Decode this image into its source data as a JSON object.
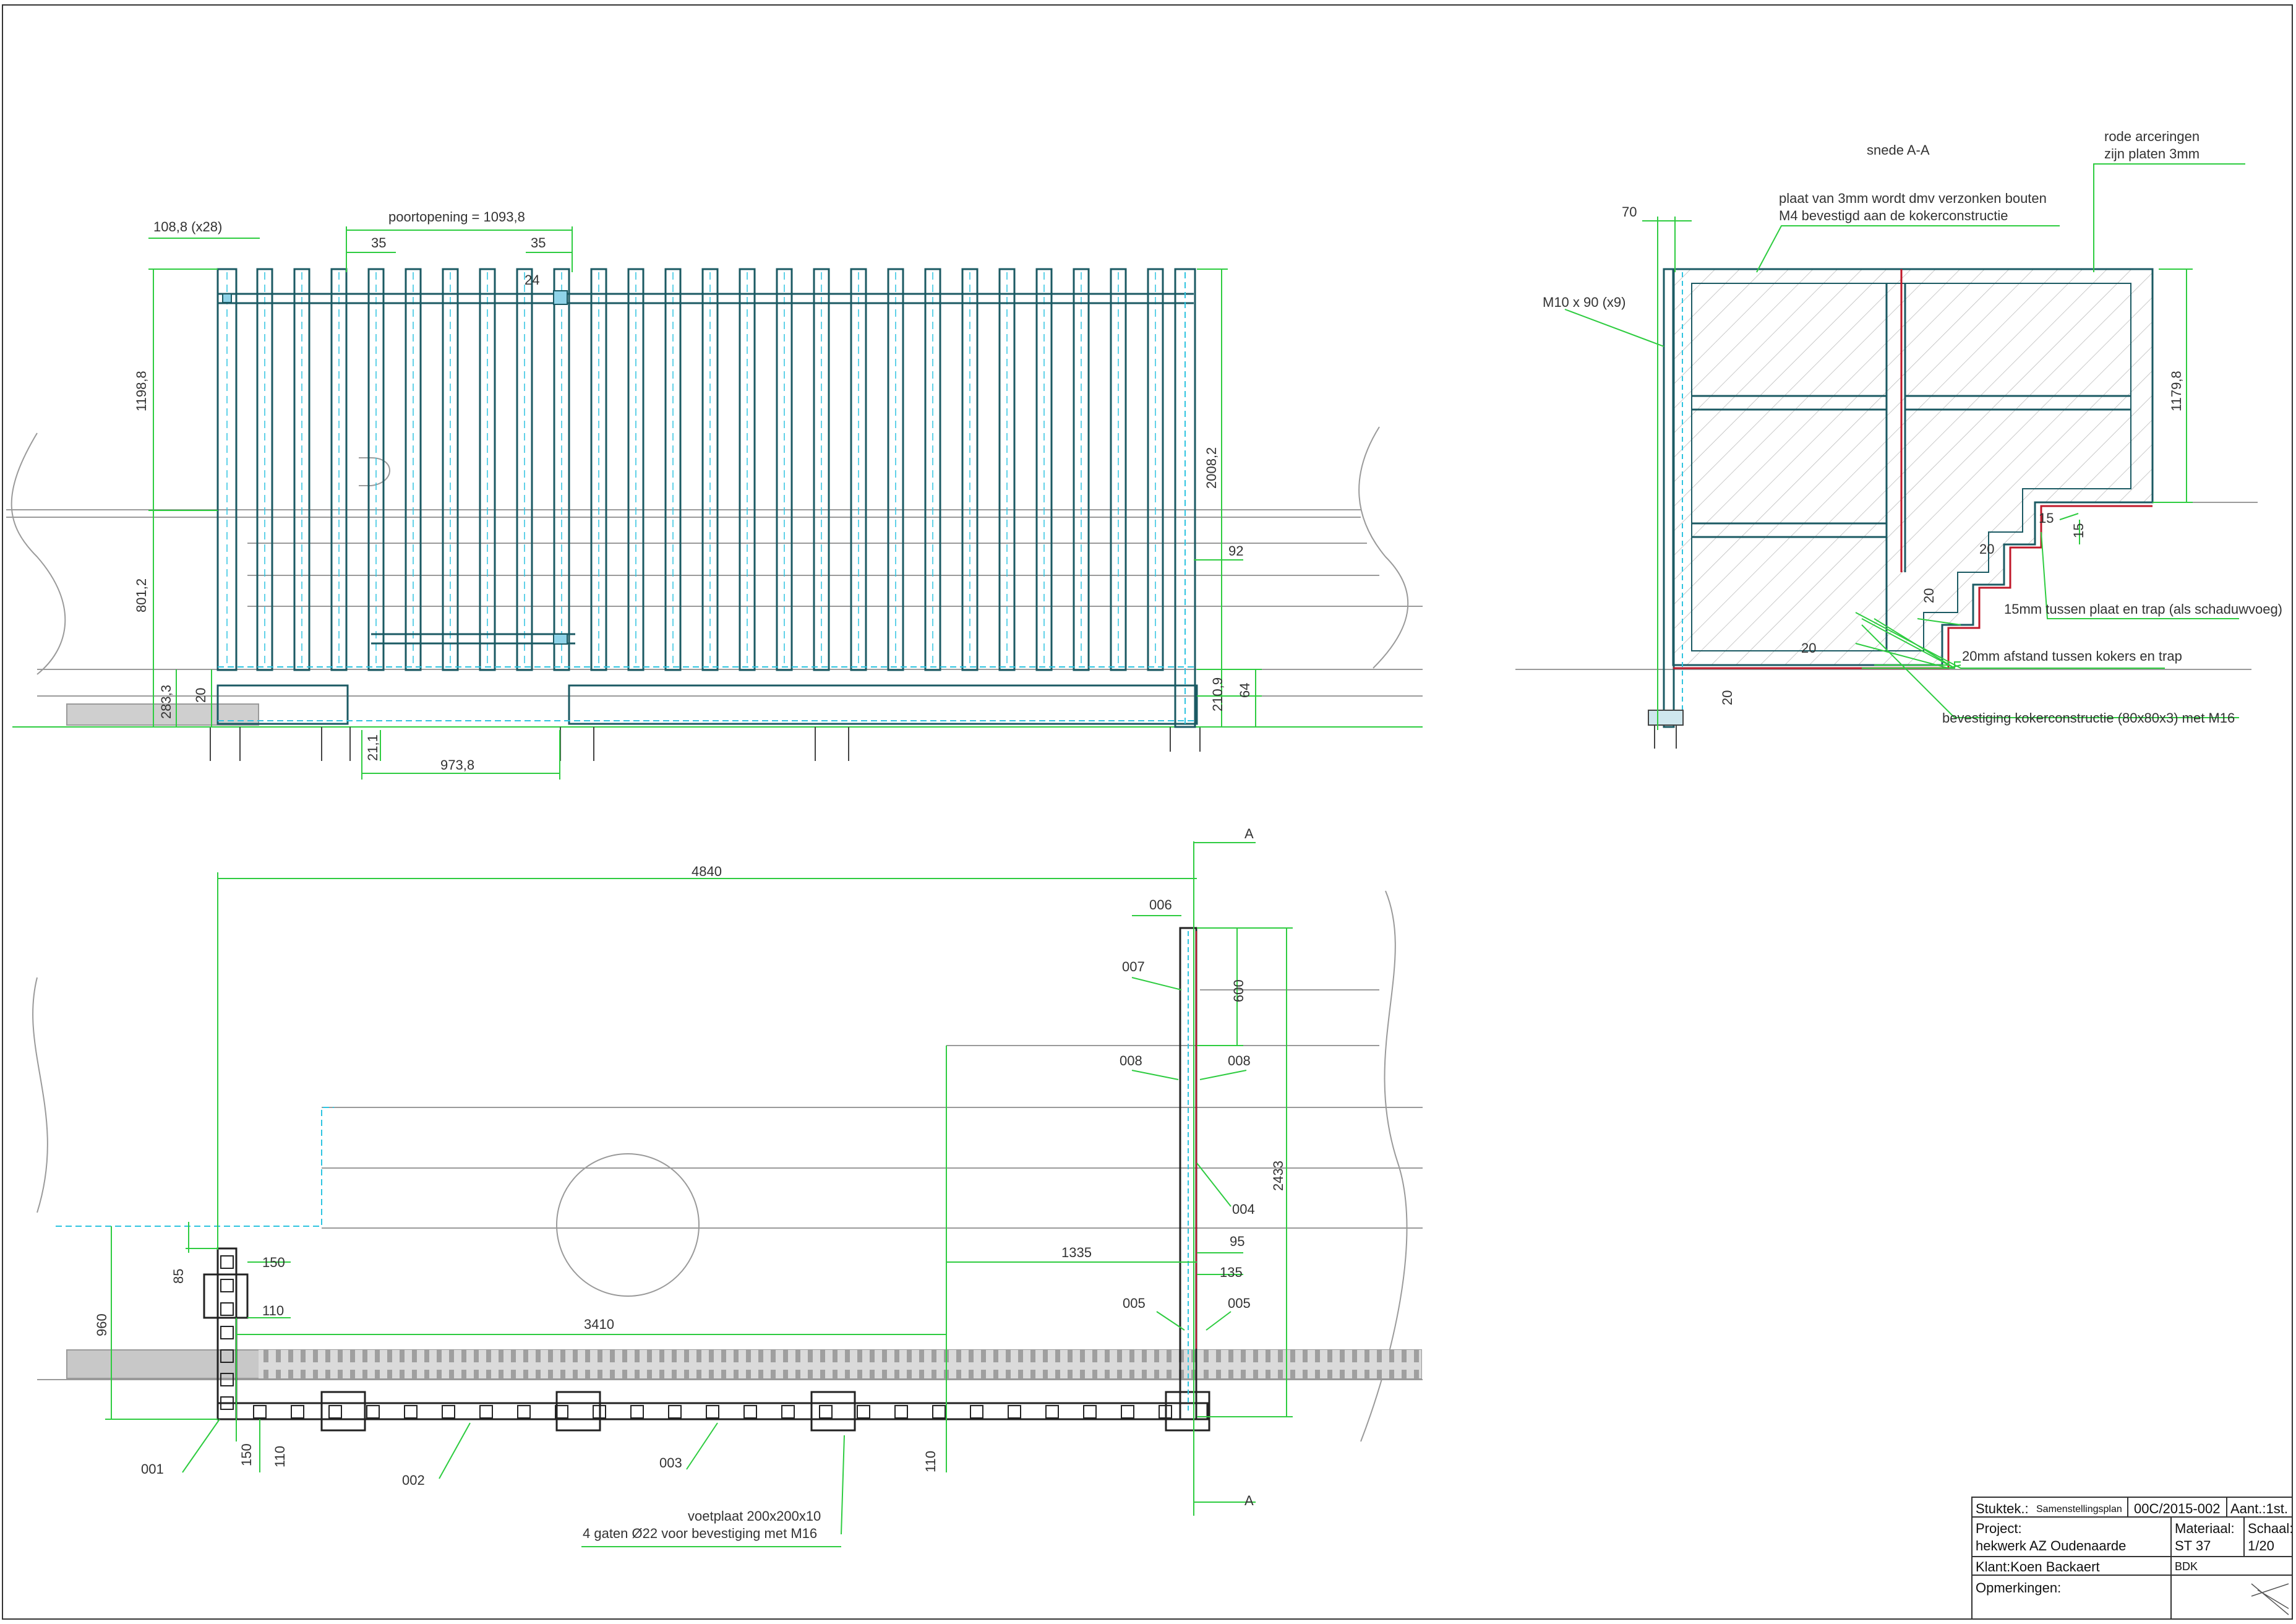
{
  "colors": {
    "structure": "#1b5a63",
    "hidden": "#2ec4e0",
    "dimension": "#2ecc40",
    "section_red": "#c0182a",
    "context": "#9a9a9a",
    "text": "#333333"
  },
  "elevation": {
    "poortopening": "poortopening = 1093,8",
    "dim_spacing": "108,8 (x28)",
    "dim_35_left": "35",
    "dim_35_right": "35",
    "dim_24": "24",
    "dim_1198": "1198,8",
    "dim_801": "801,2",
    "dim_283": "283,3",
    "dim_20": "20",
    "dim_21": "21,1",
    "dim_973": "973,8",
    "dim_2008": "2008,2",
    "dim_92": "92",
    "dim_210": "210,9",
    "dim_64": "64"
  },
  "section": {
    "title": "snede A-A",
    "note_red_1": "rode arceringen",
    "note_red_2": "zijn platen 3mm",
    "note_plate_1": "plaat van 3mm wordt dmv verzonken bouten",
    "note_plate_2": "M4 bevestigd aan de kokerconstructie",
    "dim_70": "70",
    "bolts": "M10 x 90 (x9)",
    "dim_1179": "1179,8",
    "dim_15a": "15",
    "dim_15b": "15",
    "dim_20a": "20",
    "dim_20b": "20",
    "dim_20c": "20",
    "dim_20d": "20",
    "note_15mm": "15mm tussen plaat en trap (als schaduwvoeg)",
    "note_20mm": "20mm afstand tussen kokers en trap",
    "note_fix": "bevestiging kokerconstructie (80x80x3) met M16"
  },
  "plan": {
    "dim_4840": "4840",
    "mark_a_top": "A",
    "mark_a_bottom": "A",
    "pos_006": "006",
    "pos_007": "007",
    "pos_008_left": "008",
    "pos_008_right": "008",
    "pos_004": "004",
    "pos_005_left": "005",
    "pos_005_right": "005",
    "pos_001": "001",
    "pos_002": "002",
    "pos_003": "003",
    "dim_600": "600",
    "dim_2433": "2433",
    "dim_1335": "1335",
    "dim_95": "95",
    "dim_135": "135",
    "dim_85": "85",
    "dim_150a": "150",
    "dim_110a": "110",
    "dim_3410": "3410",
    "dim_960": "960",
    "dim_150b": "150",
    "dim_110b": "110",
    "dim_110c": "110",
    "note_voet_1": "voetplaat 200x200x10",
    "note_voet_2": "4 gaten Ø22 voor bevestiging met M16"
  },
  "titleblock": {
    "stuktek_label": "Stuktek.:",
    "stuktek_value": "Samenstellingsplan",
    "number": "00C/2015-002",
    "aant": "Aant.:1st.",
    "project_label": "Project:",
    "project_value": "hekwerk AZ Oudenaarde",
    "materiaal_label": "Materiaal:",
    "materiaal_value": "ST 37",
    "schaal_label": "Schaal:",
    "schaal_value": "1/20",
    "klant": "Klant:Koen Backaert",
    "bdk": "BDK",
    "opmerkingen": "Opmerkingen:"
  }
}
